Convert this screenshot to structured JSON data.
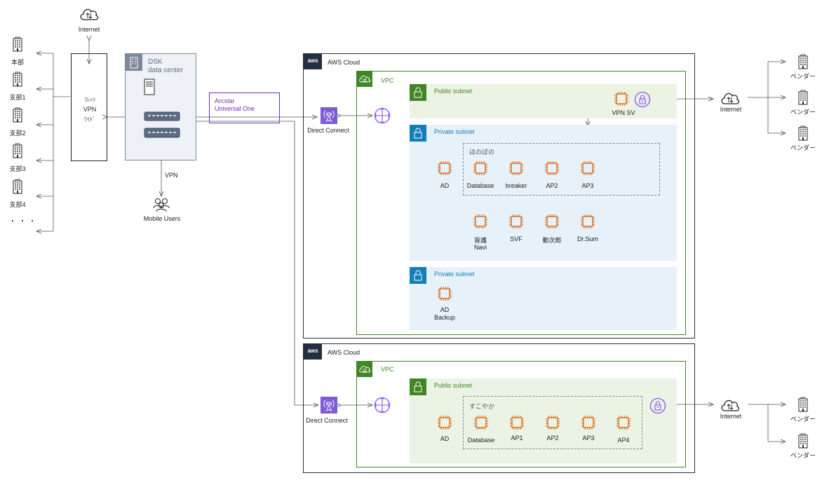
{
  "left_sites": {
    "internet_label": "Internet",
    "sites": [
      "本部",
      "支部1",
      "支部2",
      "支部3",
      "支部4"
    ],
    "ellipsis": "・・・",
    "flets_box": [
      "ﾌﾚｯﾂ",
      "VPN",
      "ﾜｲﾄﾞ"
    ]
  },
  "dsk": {
    "title_line1": "DSK",
    "title_line2": "data center",
    "vpn_label": "VPN",
    "mobile_label": "Mobile Users"
  },
  "arcstar": {
    "line1": "Arcstar",
    "line2": "Universal One"
  },
  "aws1": {
    "cloud_label": "AWS Cloud",
    "aws_logo": "aws",
    "vpc_label": "VPC",
    "direct_connect": "Direct Connect",
    "public_subnet": {
      "label": "Public subnet",
      "vpn_sv": "VPN SV"
    },
    "private_subnet_1": {
      "label": "Private subnet",
      "group_label": "ほのぼの",
      "ad": "AD",
      "group_items": [
        "Database",
        "breaker",
        "AP2",
        "AP3"
      ],
      "row2": [
        {
          "l1": "盲護",
          "l2": "Navi"
        },
        {
          "l1": "SVF",
          "l2": ""
        },
        {
          "l1": "勤次郎",
          "l2": ""
        },
        {
          "l1": "Dr.Sum",
          "l2": ""
        }
      ]
    },
    "private_subnet_2": {
      "label": "Private subnet",
      "ad_backup_l1": "AD",
      "ad_backup_l2": "Backup"
    }
  },
  "aws2": {
    "cloud_label": "AWS Cloud",
    "aws_logo": "aws",
    "vpc_label": "VPC",
    "direct_connect": "Direct Connect",
    "public_subnet": {
      "label": "Public subnet",
      "group_label": "すこやか",
      "ad": "AD",
      "group_items": [
        "Database",
        "AP1",
        "AP2",
        "AP3",
        "AP4"
      ]
    }
  },
  "right_top": {
    "internet_label": "Internet",
    "vendors": [
      "ベンダー",
      "ベンダー",
      "ベンダー"
    ]
  },
  "right_bottom": {
    "internet_label": "Internet",
    "vendors": [
      "ベンダー",
      "ベンダー"
    ]
  },
  "colors": {
    "aws_dark": "#232f3e",
    "vpc_green": "#3f8624",
    "ec2_orange": "#d86613",
    "private_blue": "#147eba",
    "purple": "#8c4fff",
    "arcstar_purple": "#6b2fbf"
  }
}
